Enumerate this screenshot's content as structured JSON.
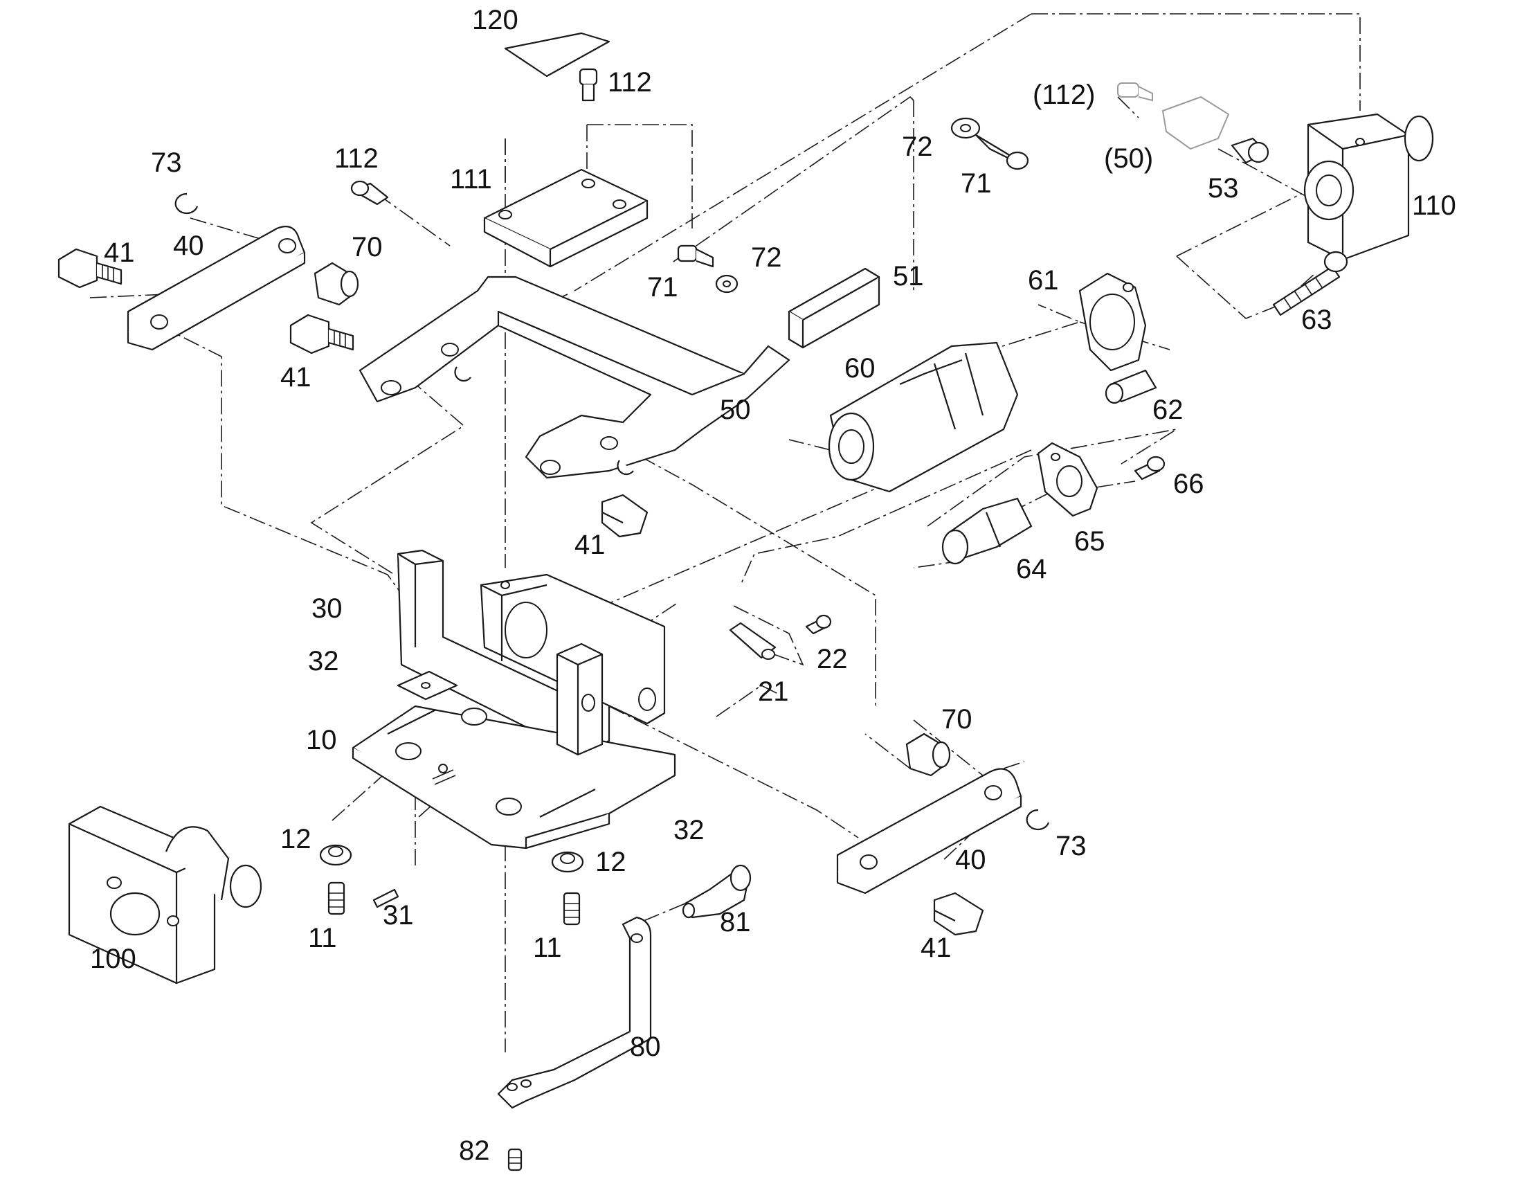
{
  "callouts": {
    "p10": "10",
    "p11a": "11",
    "p11b": "11",
    "p12a": "12",
    "p12b": "12",
    "p21": "21",
    "p22": "22",
    "p30": "30",
    "p31": "31",
    "p32a": "32",
    "p32b": "32",
    "p40a": "40",
    "p40b": "40",
    "p41a": "41",
    "p41b": "41",
    "p41c": "41",
    "p41d": "41",
    "p50": "50",
    "p50ghost": "(50)",
    "p51": "51",
    "p53": "53",
    "p60": "60",
    "p61": "61",
    "p62": "62",
    "p63": "63",
    "p64": "64",
    "p65": "65",
    "p66": "66",
    "p70a": "70",
    "p70b": "70",
    "p71a": "71",
    "p71b": "71",
    "p72a": "72",
    "p72b": "72",
    "p73a": "73",
    "p73b": "73",
    "p80": "80",
    "p81": "81",
    "p82": "82",
    "p100": "100",
    "p110": "110",
    "p111": "111",
    "p112a": "112",
    "p112b": "112",
    "p112ghost": "(112)",
    "p120": "120"
  },
  "colors": {
    "ink": "#1a1a1a",
    "ghost": "#9a9a9a",
    "paper": "#ffffff"
  }
}
